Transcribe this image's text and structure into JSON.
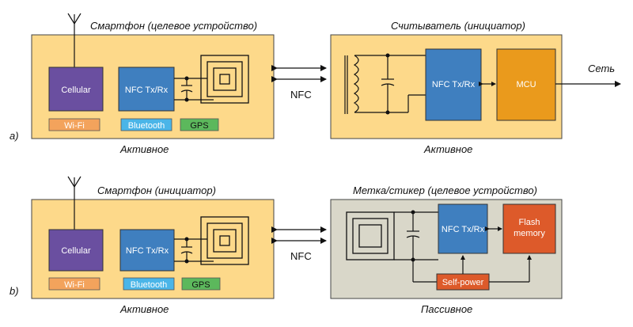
{
  "colors": {
    "active_bg": "#fdd98a",
    "passive_bg": "#d9d7c9",
    "cellular": "#6a4fa0",
    "nfc": "#3f7fbf",
    "mcu": "#ea9a1c",
    "flash": "#dd5a2a",
    "self_power": "#dd5a2a",
    "wifi_chip": "#f3a35c",
    "bluetooth_chip": "#4ab5e8",
    "gps_chip": "#5cb85c"
  },
  "panel_a": {
    "row_label": "a)",
    "left_title": "Смартфон (целевое устройство)",
    "left_mode": "Активное",
    "right_title": "Считыватель (инициатор)",
    "right_mode": "Активное",
    "cellular": "Cellular",
    "nfc_left": "NFC Tx/Rx",
    "wifi": "Wi-Fi",
    "bluetooth": "Bluetooth",
    "gps": "GPS",
    "link_label": "NFC",
    "nfc_right": "NFC Tx/Rx",
    "mcu": "MCU",
    "network": "Сеть"
  },
  "panel_b": {
    "row_label": "b)",
    "left_title": "Смартфон (инициатор)",
    "left_mode": "Активное",
    "right_title": "Метка/стикер (целевое устройство)",
    "right_mode": "Пассивное",
    "cellular": "Cellular",
    "nfc_left": "NFC Tx/Rx",
    "wifi": "Wi-Fi",
    "bluetooth": "Bluetooth",
    "gps": "GPS",
    "link_label": "NFC",
    "nfc_right": "NFC Tx/Rx",
    "flash_line1": "Flash",
    "flash_line2": "memory",
    "self_power": "Self-power"
  }
}
